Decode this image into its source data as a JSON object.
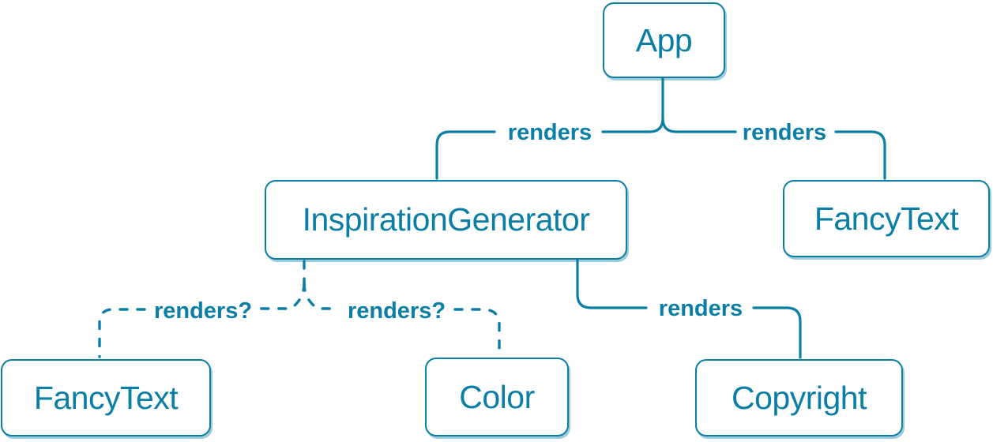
{
  "diagram": {
    "type": "component-render-tree",
    "nodes": {
      "app": {
        "label": "App"
      },
      "inspiration_generator": {
        "label": "InspirationGenerator"
      },
      "fancy_text_top": {
        "label": "FancyText"
      },
      "fancy_text_bottom": {
        "label": "FancyText"
      },
      "color": {
        "label": "Color"
      },
      "copyright": {
        "label": "Copyright"
      }
    },
    "edges": {
      "app_to_inspiration_generator": {
        "label": "renders",
        "style": "solid",
        "from": "App",
        "to": "InspirationGenerator"
      },
      "app_to_fancy_text": {
        "label": "renders",
        "style": "solid",
        "from": "App",
        "to": "FancyText"
      },
      "inspiration_generator_to_copyright": {
        "label": "renders",
        "style": "solid",
        "from": "InspirationGenerator",
        "to": "Copyright"
      },
      "inspiration_generator_to_fancy_text": {
        "label": "renders?",
        "style": "dashed",
        "from": "InspirationGenerator",
        "to": "FancyText"
      },
      "inspiration_generator_to_color": {
        "label": "renders?",
        "style": "dashed",
        "from": "InspirationGenerator",
        "to": "Color"
      }
    },
    "colors": {
      "accent": "#0A7EA4",
      "node_background": "#FFFFFF",
      "page_background": "#FFFFFF"
    }
  }
}
